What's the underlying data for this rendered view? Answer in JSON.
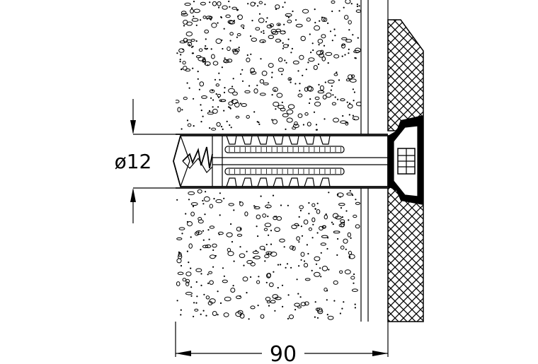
{
  "dimensions": {
    "diameter_label": "ø12",
    "length_label": "90"
  },
  "colors": {
    "line": "#000000",
    "background": "#ffffff"
  },
  "icons": {
    "concrete": "concrete-wall-hatch",
    "insulation": "crosshatch-panel",
    "anchor": "wall-plug-with-screw"
  }
}
